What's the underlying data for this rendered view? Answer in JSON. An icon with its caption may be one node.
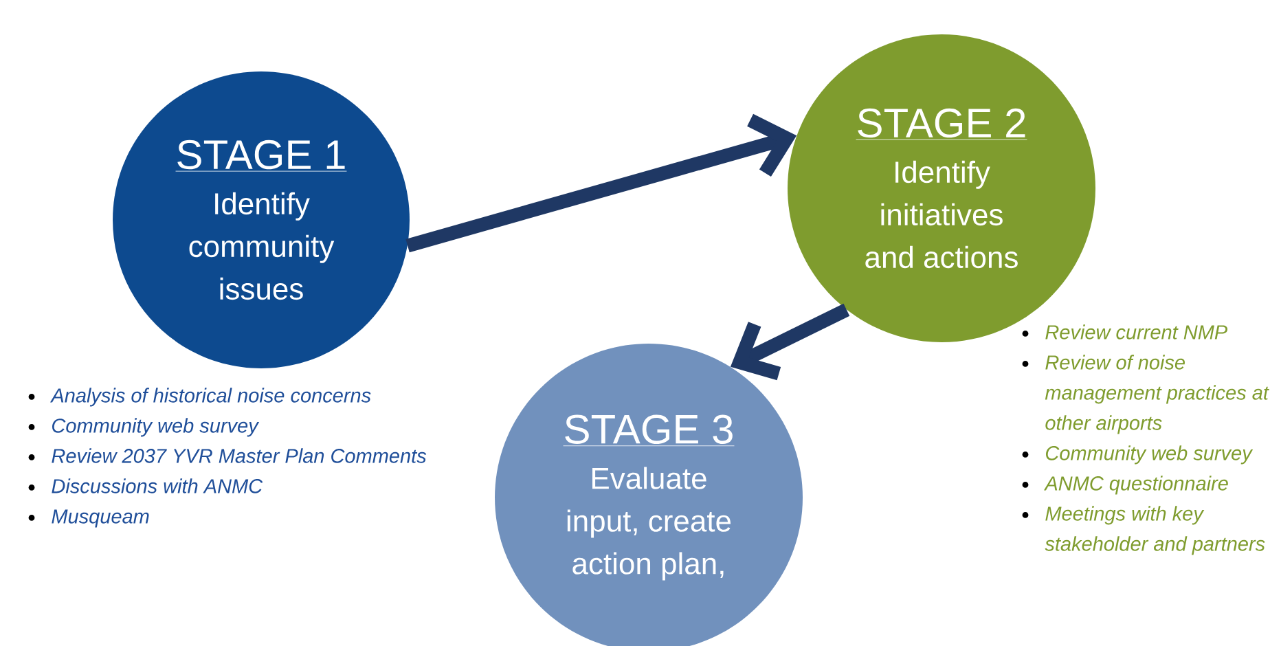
{
  "diagram": {
    "nodes": [
      {
        "text": [
          "STAGE 1",
          "Identify community issues"
        ],
        "beside": [
          "Analysis of historical noise concerns",
          "Community web survey",
          "Review 2037 YVR Master Plan Comments",
          "Discussions with ANMC",
          "Musqueam"
        ]
      },
      {
        "text": [
          "STAGE 2",
          "Identify initiatives and actions"
        ],
        "beside": [
          "Review current NMP",
          "Review of noise management practices at other airports",
          "Community web survey",
          "ANMC questionnaire",
          "Meetings with key stakeholder and partners"
        ]
      },
      {
        "text": [
          "STAGE 3",
          "Evaluate input, create action plan,"
        ]
      }
    ],
    "edges": [
      {
        "from": 0,
        "to": 1,
        "arrow": "to"
      },
      {
        "from": 1,
        "to": 2,
        "arrow": "to"
      }
    ]
  }
}
